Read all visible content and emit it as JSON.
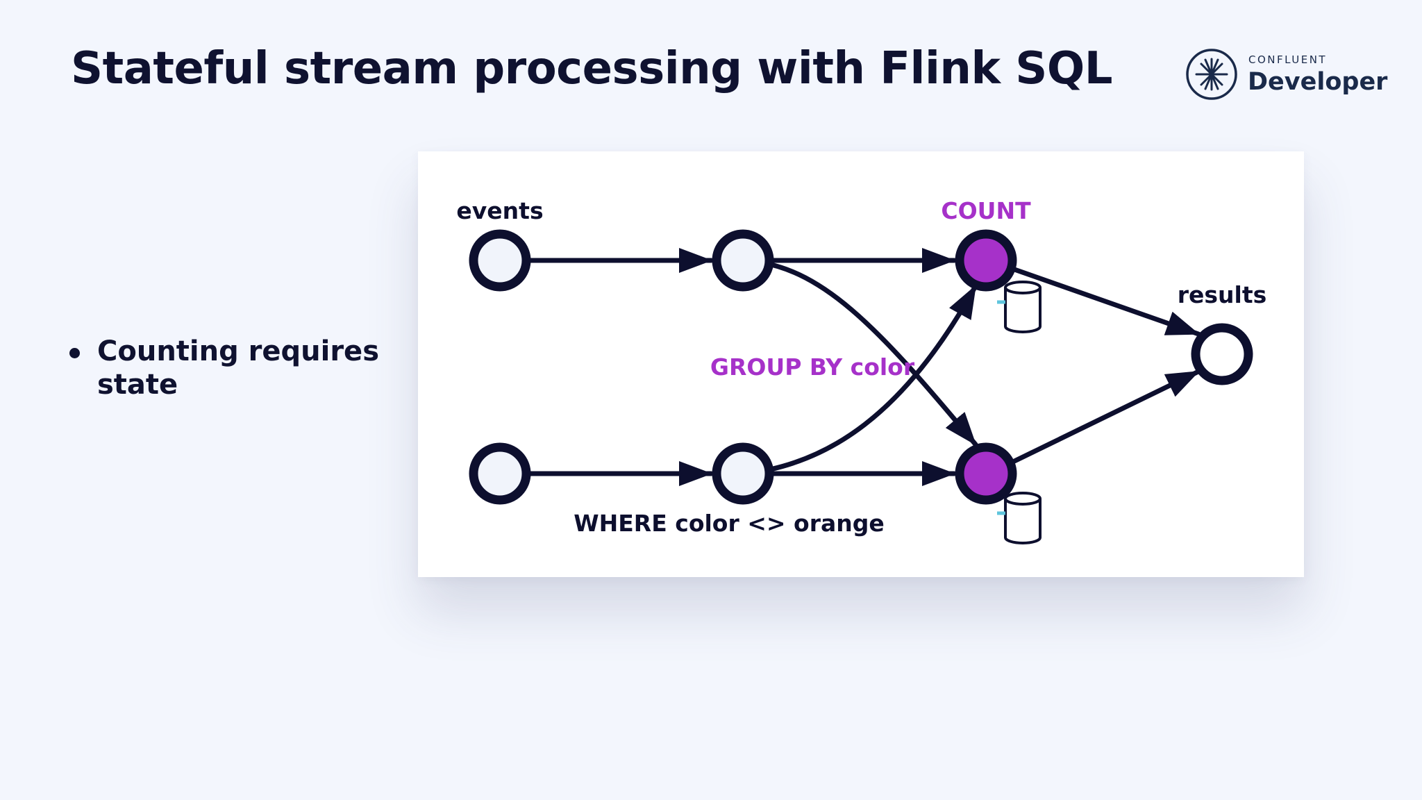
{
  "slide": {
    "title": "Stateful stream processing with Flink SQL"
  },
  "logo": {
    "brand": "CONFLUENT",
    "product": "Developer",
    "icon": "confluent-starburst-icon"
  },
  "bullets": [
    {
      "text": "Counting requires state"
    }
  ],
  "diagram": {
    "labels": {
      "events": "events",
      "count": "COUNT",
      "results": "results",
      "group_by": "GROUP BY color",
      "where": "WHERE color <> orange"
    },
    "colors": {
      "edge": "#0d0f2e",
      "stateful_node": "#a631c9",
      "stateless_node": "#f1f4fb",
      "accent_label": "#a631c9",
      "state_store_mark": "#5fc5dd"
    },
    "nodes": [
      "source-1",
      "source-2",
      "filter-1",
      "filter-2",
      "count-1",
      "count-2",
      "results"
    ],
    "state_stores": [
      "count-1-state",
      "count-2-state"
    ]
  }
}
